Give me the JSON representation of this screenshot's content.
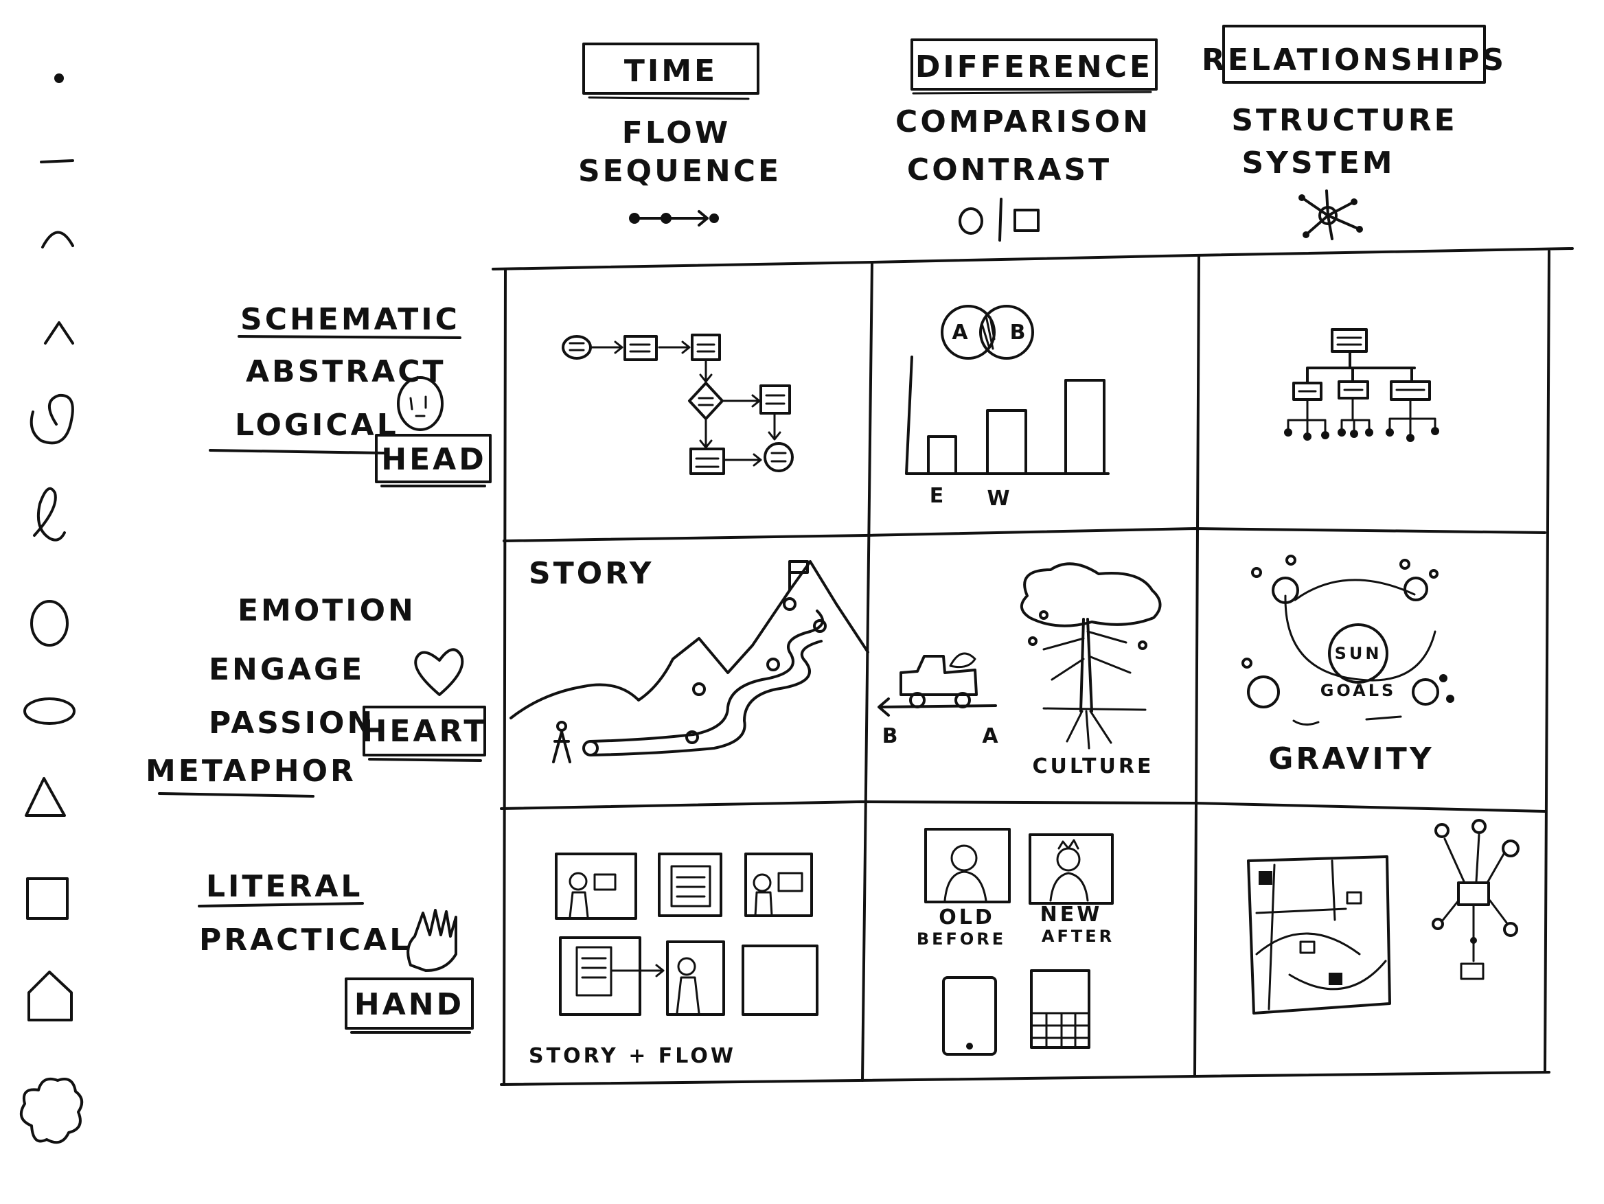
{
  "columns": [
    {
      "title": "TIME",
      "line1": "FLOW",
      "line2": "SEQUENCE"
    },
    {
      "title": "DIFFERENCE",
      "line1": "COMPARISON",
      "line2": "CONTRAST"
    },
    {
      "title": "RELATIONSHIPS",
      "line1": "STRUCTURE",
      "line2": "SYSTEM"
    }
  ],
  "rows": [
    {
      "words": [
        "SCHEMATIC",
        "ABSTRACT",
        "LOGICAL"
      ],
      "tag": "HEAD"
    },
    {
      "words": [
        "EMOTION",
        "ENGAGE",
        "PASSION",
        "METAPHOR"
      ],
      "tag": "HEART"
    },
    {
      "words": [
        "LITERAL",
        "PRACTICAL"
      ],
      "tag": "HAND"
    }
  ],
  "cells": {
    "venn_a": "A",
    "venn_b": "B",
    "bar_e": "E",
    "bar_w": "W",
    "story": "STORY",
    "label_b": "B",
    "label_a": "A",
    "culture": "CULTURE",
    "sun": "SUN",
    "goals": "GOALS",
    "gravity": "GRAVITY",
    "old": "OLD",
    "before": "BEFORE",
    "new": "NEW",
    "after": "AFTER",
    "story_flow": "STORY + FLOW"
  },
  "shape_palette": [
    "dot-icon",
    "line-icon",
    "arc-icon",
    "caret-icon",
    "spiral-icon",
    "loop-icon",
    "circle-icon",
    "ellipse-icon",
    "triangle-icon",
    "square-icon",
    "house-icon",
    "cloud-icon"
  ]
}
